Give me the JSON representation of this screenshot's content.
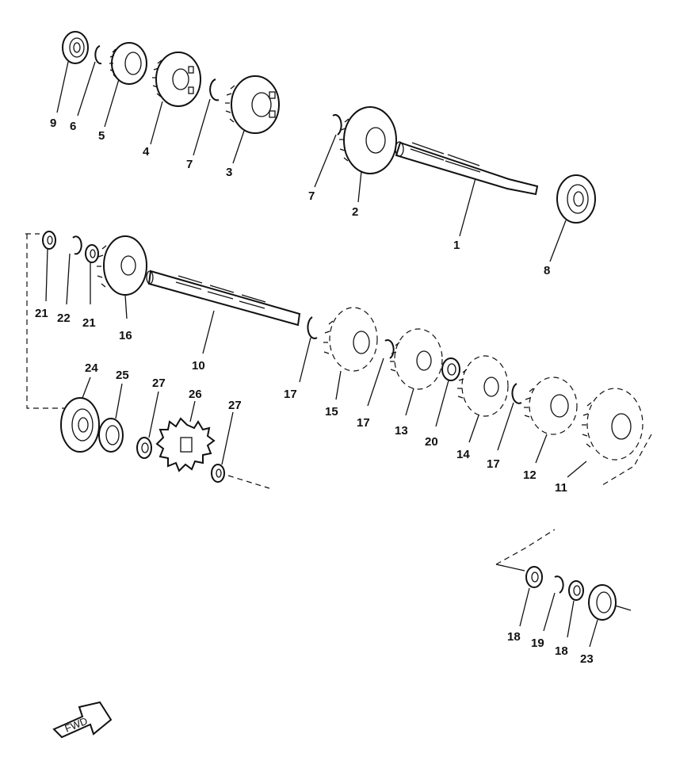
{
  "parts": [
    {
      "id": "p1",
      "label": "1"
    },
    {
      "id": "p2",
      "label": "2"
    },
    {
      "id": "p3",
      "label": "3"
    },
    {
      "id": "p4",
      "label": "4"
    },
    {
      "id": "p5",
      "label": "5"
    },
    {
      "id": "p6",
      "label": "6"
    },
    {
      "id": "p7a",
      "label": "7"
    },
    {
      "id": "p7b",
      "label": "7"
    },
    {
      "id": "p8",
      "label": "8"
    },
    {
      "id": "p9",
      "label": "9"
    },
    {
      "id": "p10",
      "label": "10"
    },
    {
      "id": "p11",
      "label": "11"
    },
    {
      "id": "p12",
      "label": "12"
    },
    {
      "id": "p13",
      "label": "13"
    },
    {
      "id": "p14",
      "label": "14"
    },
    {
      "id": "p15",
      "label": "15"
    },
    {
      "id": "p16",
      "label": "16"
    },
    {
      "id": "p17a",
      "label": "17"
    },
    {
      "id": "p17b",
      "label": "17"
    },
    {
      "id": "p17c",
      "label": "17"
    },
    {
      "id": "p18a",
      "label": "18"
    },
    {
      "id": "p18b",
      "label": "18"
    },
    {
      "id": "p19",
      "label": "19"
    },
    {
      "id": "p20",
      "label": "20"
    },
    {
      "id": "p21a",
      "label": "21"
    },
    {
      "id": "p21b",
      "label": "21"
    },
    {
      "id": "p22",
      "label": "22"
    },
    {
      "id": "p23",
      "label": "23"
    },
    {
      "id": "p24",
      "label": "24"
    },
    {
      "id": "p25",
      "label": "25"
    },
    {
      "id": "p26",
      "label": "26"
    },
    {
      "id": "p27a",
      "label": "27"
    },
    {
      "id": "p27b",
      "label": "27"
    }
  ],
  "fwd_arrow": {
    "text": "FWD"
  }
}
